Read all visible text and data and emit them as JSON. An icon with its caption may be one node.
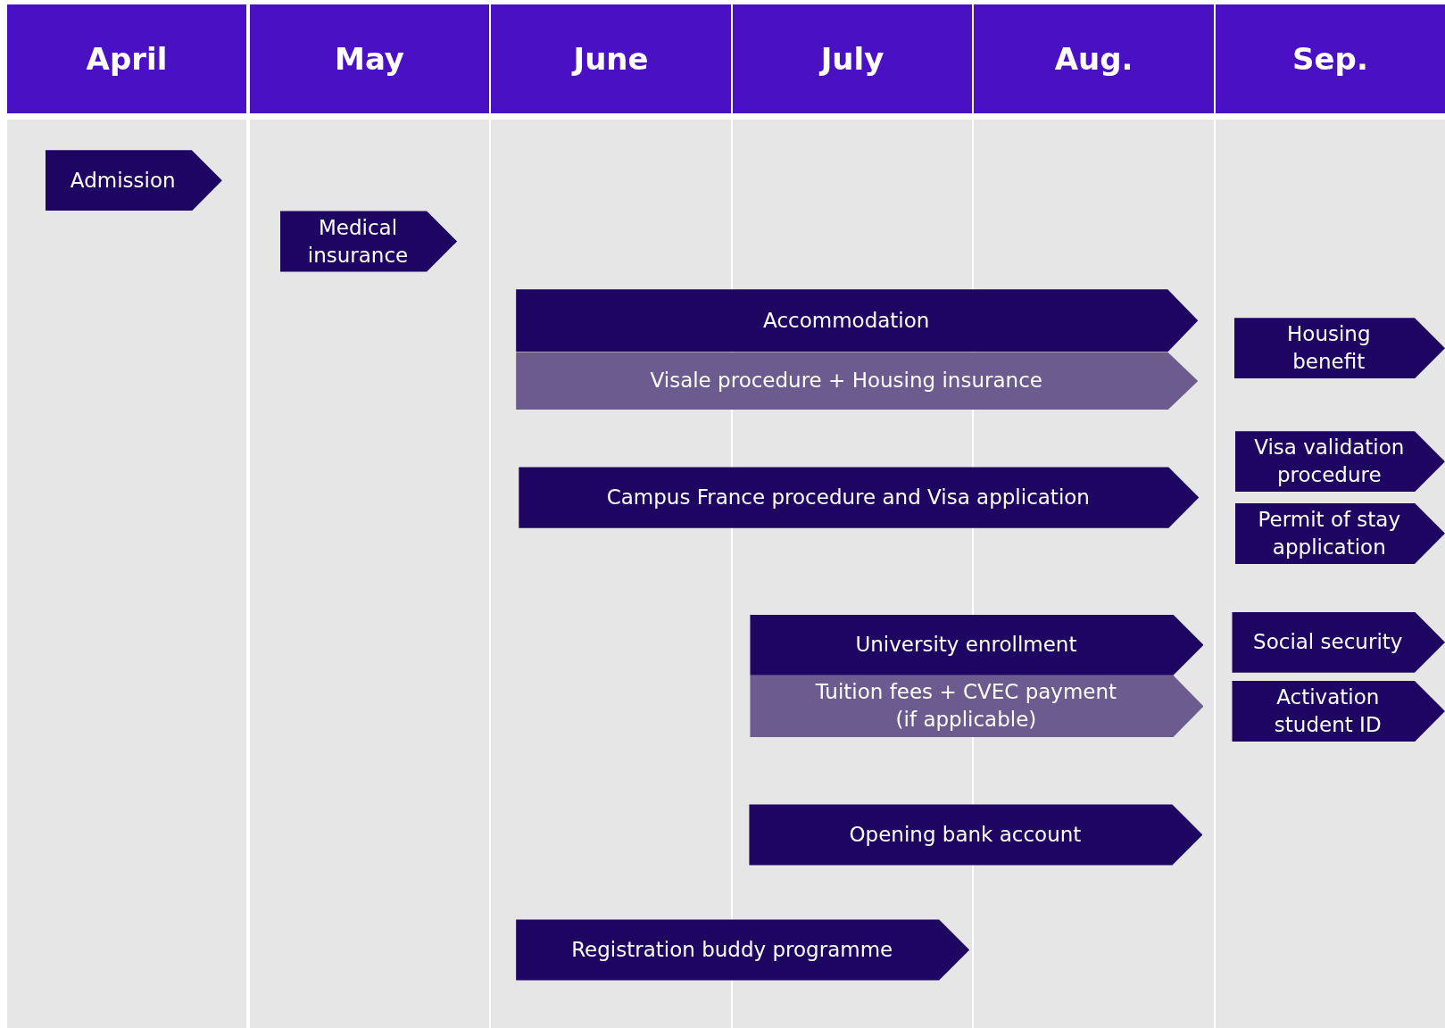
{
  "diagram": {
    "nodes": [
      {
        "text": [
          "Admission"
        ]
      },
      {
        "text": [
          "Medical insurance"
        ]
      },
      {
        "text": [
          "Accommodation"
        ]
      },
      {
        "text": [
          "Visale procedure + Housing insurance"
        ]
      },
      {
        "text": [
          "Campus France procedure and Visa application"
        ]
      },
      {
        "text": [
          "University enrollment"
        ]
      },
      {
        "text": [
          "Tuition fees + CVEC payment (if applicable)"
        ]
      },
      {
        "text": [
          "Opening bank account"
        ]
      },
      {
        "text": [
          "Registration buddy programme"
        ]
      },
      {
        "text": [
          "Housing benefit"
        ]
      },
      {
        "text": [
          "Visa validation procedure"
        ]
      },
      {
        "text": [
          "Permit of stay application"
        ]
      },
      {
        "text": [
          "Social security"
        ]
      },
      {
        "text": [
          "Activation student ID"
        ]
      }
    ],
    "labels": [
      "April",
      "May",
      "June",
      "July",
      "Aug.",
      "Sep."
    ]
  }
}
